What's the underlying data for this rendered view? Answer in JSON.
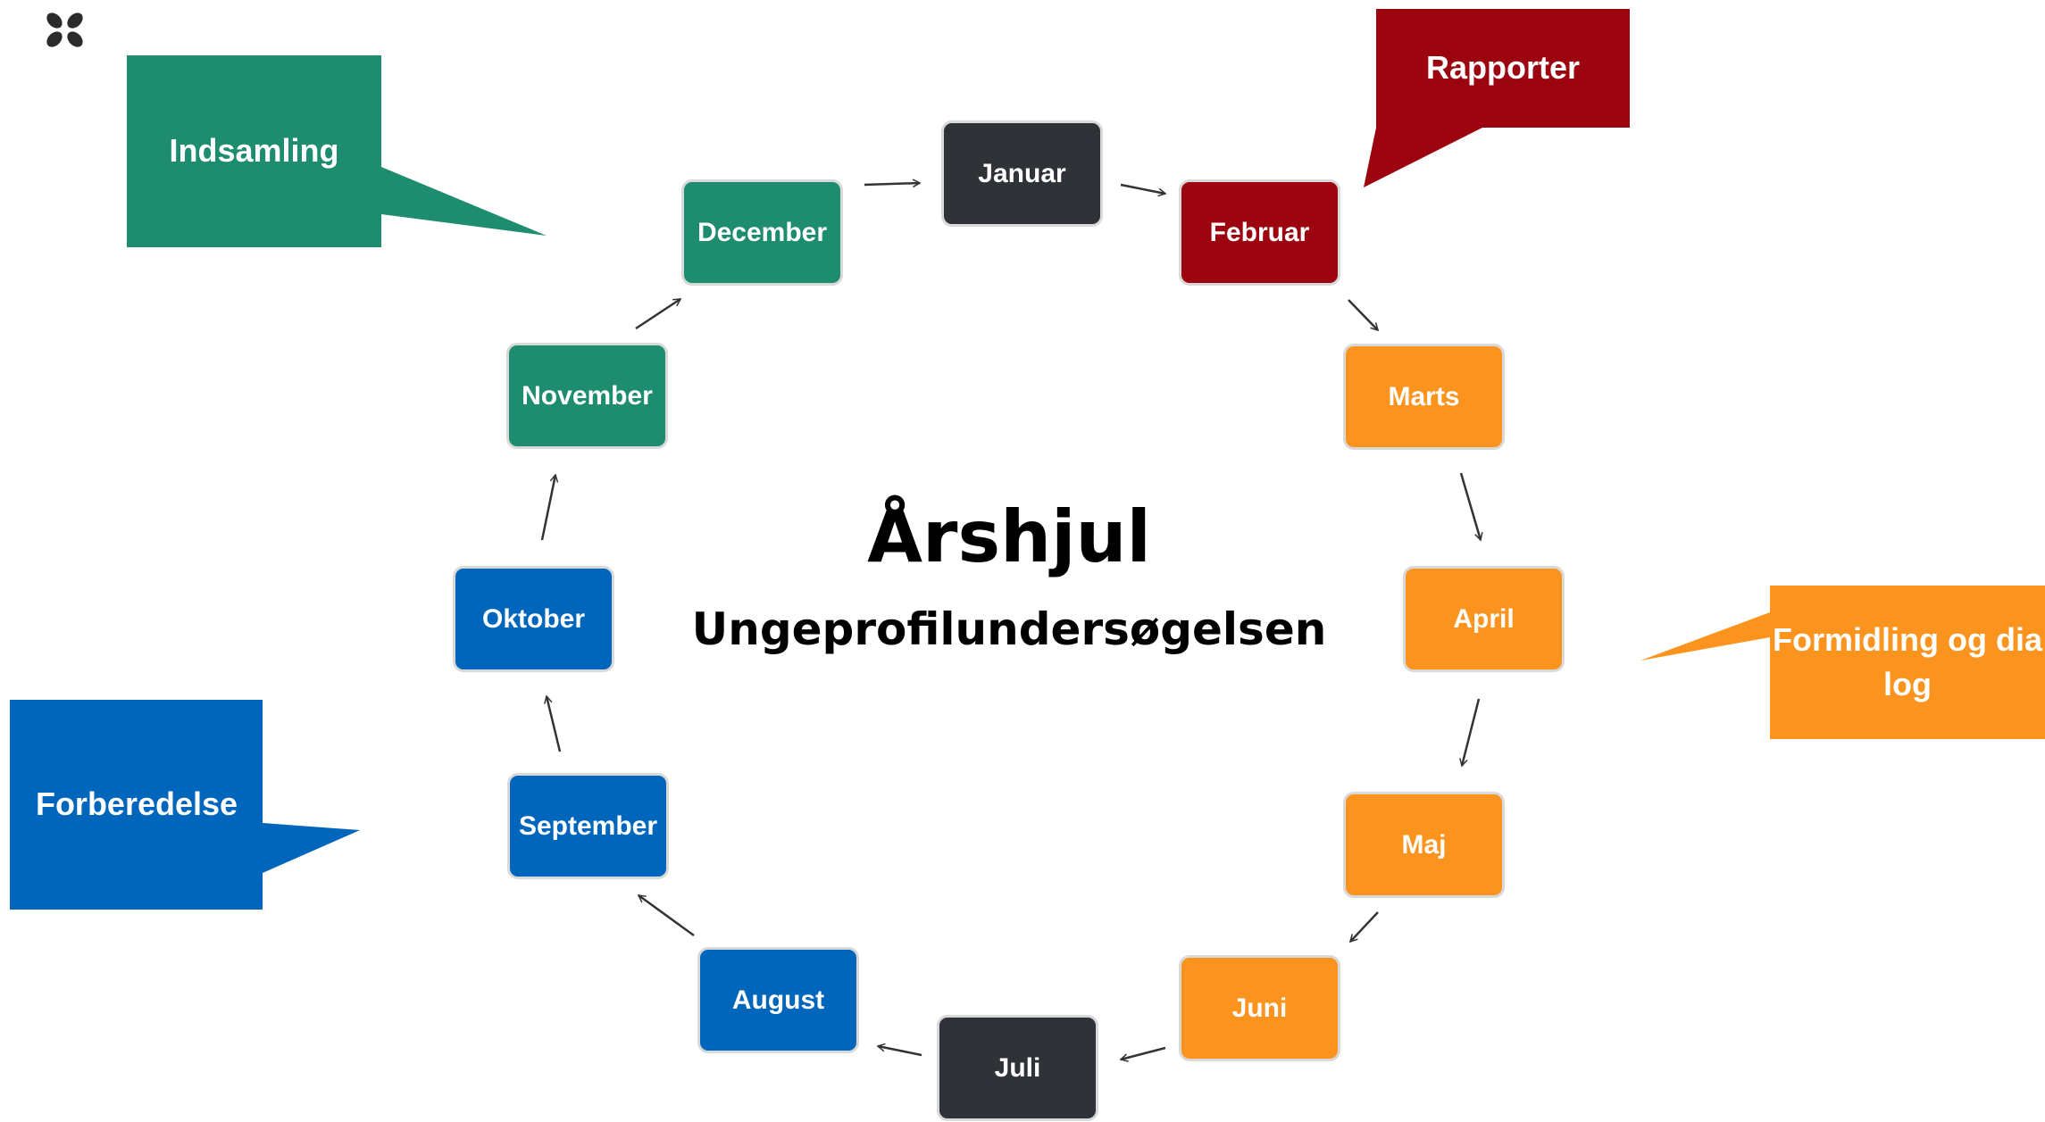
{
  "colors": {
    "collection_green": "#1e8c6e",
    "reports_red": "#9c0510",
    "dialog_orange": "#fb941f",
    "preparation_blue": "#0066bb",
    "dark": "#2f3236"
  },
  "logo": {
    "icon": "four-petal-logo-icon"
  },
  "title": "Årshjul",
  "subtitle": "Ungeprofilundersøgelsen",
  "months": [
    {
      "label": "Januar",
      "color": "#2f3236"
    },
    {
      "label": "Februar",
      "color": "#9c0510"
    },
    {
      "label": "Marts",
      "color": "#fb941f"
    },
    {
      "label": "April",
      "color": "#fb941f"
    },
    {
      "label": "Maj",
      "color": "#fb941f"
    },
    {
      "label": "Juni",
      "color": "#fb941f"
    },
    {
      "label": "Juli",
      "color": "#2f3236"
    },
    {
      "label": "August",
      "color": "#0066bb"
    },
    {
      "label": "September",
      "color": "#0066bb"
    },
    {
      "label": "Oktober",
      "color": "#0066bb"
    },
    {
      "label": "November",
      "color": "#1e8c6e"
    },
    {
      "label": "December",
      "color": "#1e8c6e"
    }
  ],
  "callouts": {
    "indsamling": {
      "label": "Indsamling",
      "color": "#1e8c6e"
    },
    "rapporter": {
      "label": "Rapporter",
      "color": "#9c0510"
    },
    "formidling": {
      "label": "Formidling og dialog",
      "color": "#fb941f"
    },
    "forberedelse": {
      "label": "Forberedelse",
      "color": "#0066bb"
    }
  }
}
